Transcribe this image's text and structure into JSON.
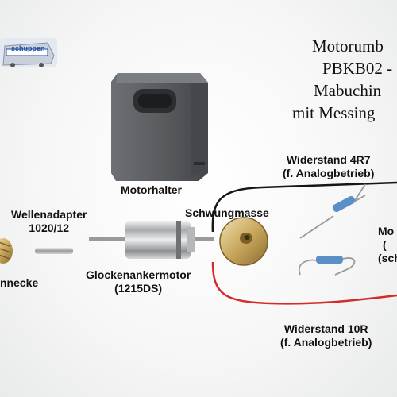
{
  "title": {
    "line1": "Motorumb",
    "line2": "PBKB02 -",
    "line3": "Mabuchin",
    "line4": "mit Messing"
  },
  "labels": {
    "motorhalter": "Motorhalter",
    "wellenadapter_line1": "Wellenadapter",
    "wellenadapter_line2": "1020/12",
    "schwungmasse": "Schwungmasse",
    "schnecke": "nnecke",
    "glockenanker_line1": "Glockenankermotor",
    "glockenanker_line2": "(1215DS)",
    "widerstand4r7_line1": "Widerstand 4R7",
    "widerstand4r7_line2": "(f. Analogbetrieb)",
    "widerstand10r_line1": "Widerstand 10R",
    "widerstand10r_line2": "(f. Analogbetrieb)",
    "mo_line1": "Mo",
    "mo_line2": "(",
    "mo_line3": "(sch"
  },
  "logo": {
    "text": "schuppen"
  },
  "colors": {
    "holder": "#5a5d60",
    "brass": "#c9a85e",
    "wire_red": "#d42a2a",
    "wire_black": "#161616",
    "resistor": "#5b8fc8",
    "logo_blue": "#1f4fa0"
  }
}
